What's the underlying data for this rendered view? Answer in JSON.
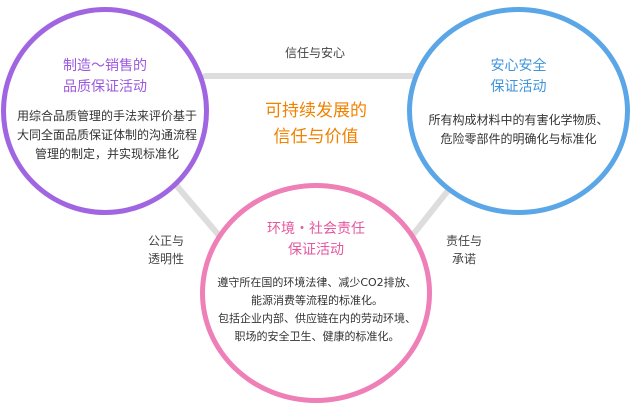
{
  "center": {
    "line1": "可持续发展的",
    "line2": "信任与价值"
  },
  "circles": {
    "left": {
      "title_line1": "制造～销售的",
      "title_line2": "品质保证活动",
      "body_lines": [
        "用综合品质管理的手法来评价基于",
        "大同全面品质保证体制的沟通流程",
        "管理的制定，并实现标准化"
      ]
    },
    "right": {
      "title_line1": "安心安全",
      "title_line2": "保证活动",
      "body_lines": [
        "所有构成材料中的有害化学物质、",
        "危险零部件的明确化与标准化"
      ]
    },
    "bottom": {
      "title_line1": "环境・社会责任",
      "title_line2": "保证活动",
      "body_lines": [
        "遵守所在国的环境法律、减少CO2排放、",
        "能源消费等流程的标准化。",
        "包括企业内部、供应链在内的劳动环境、",
        "职场的安全卫生、健康的标准化。"
      ]
    }
  },
  "connector_labels": {
    "top": "信任与安心",
    "left_line1": "公正与",
    "left_line2": "透明性",
    "right_line1": "责任与",
    "right_line2": "承诺"
  },
  "colors": {
    "left_ring": "#a066e2",
    "right_ring": "#5aa6e6",
    "bottom_ring": "#ee7fb7",
    "center_text": "#f08200",
    "connector": "#dddddd"
  }
}
